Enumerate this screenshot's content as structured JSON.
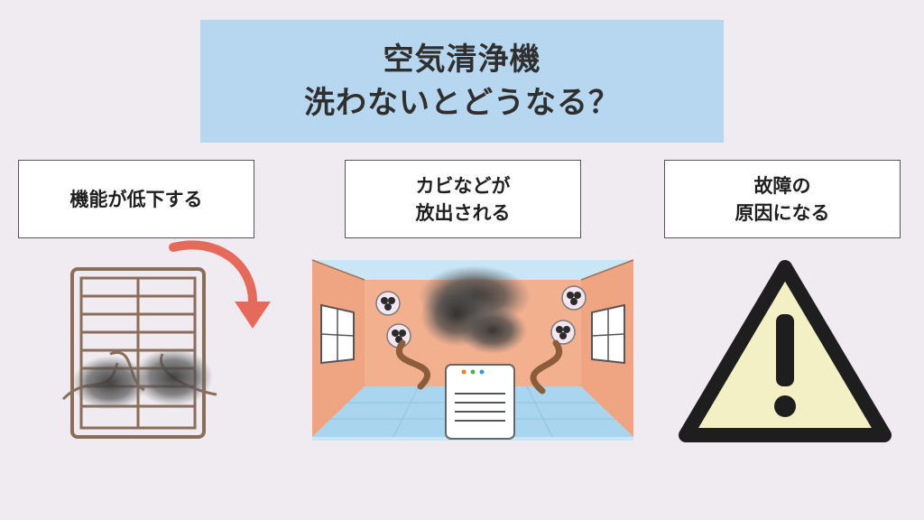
{
  "title": {
    "line1": "空気清浄機",
    "line2": "洗わないとどうなる？"
  },
  "items": [
    {
      "lines": [
        "機能が低下する"
      ]
    },
    {
      "lines": [
        "カビなどが",
        "放出される"
      ]
    },
    {
      "lines": [
        "故障の",
        "原因になる"
      ]
    }
  ],
  "colors": {
    "background": "#efebf0",
    "title_bg": "#b7d6f0",
    "arrow": "#e66a5c",
    "filter": "#8b6e5a",
    "room_wall": "#f2b08f",
    "room_floor": "#a9d6ee",
    "warning_fill": "#f3f0c6"
  },
  "icons": [
    "filter-icon",
    "curved-arrow-icon",
    "moldy-room-illustration",
    "warning-icon"
  ]
}
